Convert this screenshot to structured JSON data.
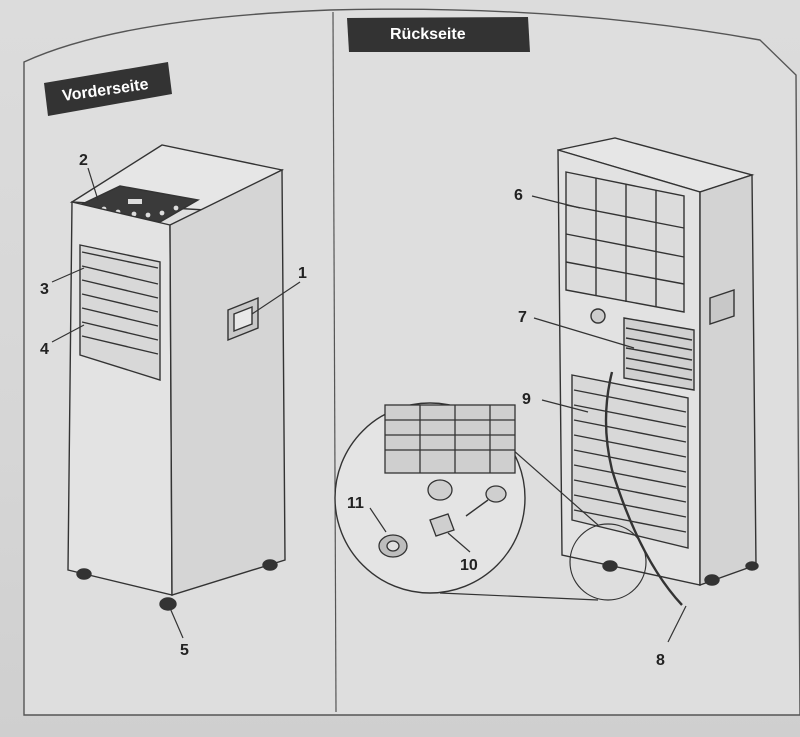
{
  "panels": {
    "front": {
      "header": "Vorderseite"
    },
    "back": {
      "header": "Rückseite"
    }
  },
  "callouts": {
    "c1": "1",
    "c2": "2",
    "c3": "3",
    "c4": "4",
    "c5": "5",
    "c6": "6",
    "c7": "7",
    "c8": "8",
    "c9": "9",
    "c10": "10",
    "c11": "11"
  }
}
